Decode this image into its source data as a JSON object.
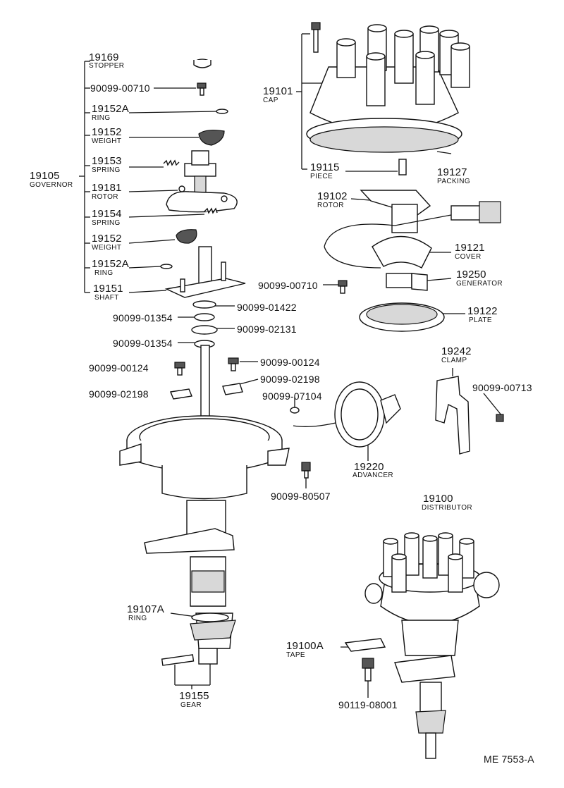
{
  "labels": {
    "governor_no": "19105",
    "governor_name": "GOVERNOR",
    "stopper_no": "19169",
    "stopper_name": "STOPPER",
    "screw_top_no": "90099-00710",
    "ring_a_no": "19152A",
    "ring_a_name": "RING",
    "weight_a_no": "19152",
    "weight_a_name": "WEIGHT",
    "spring_a_no": "19153",
    "spring_a_name": "SPRING",
    "rotor_gov_no": "19181",
    "rotor_gov_name": "ROTOR",
    "spring_b_no": "19154",
    "spring_b_name": "SPRING",
    "weight_b_no": "19152",
    "weight_b_name": "WEIGHT",
    "ring_b_no": "19152A",
    "ring_b_name": "RING",
    "shaft_no": "19151",
    "shaft_name": "SHAFT",
    "washer1_no": "90099-01422",
    "washer2_no": "90099-01354",
    "washer3_no": "90099-02131",
    "washer4_no": "90099-01354",
    "screw_l_no": "90099-00124",
    "screw_r_no": "90099-00124",
    "plate_l_no": "90099-02198",
    "plate_r_no": "90099-02198",
    "cap_no": "19101",
    "cap_name": "CAP",
    "piece_no": "19115",
    "piece_name": "PIECE",
    "packing_no": "19127",
    "packing_name": "PACKING",
    "rotor_no": "19102",
    "rotor_name": "ROTOR",
    "cover_no": "19121",
    "cover_name": "COVER",
    "generator_no": "19250",
    "generator_name": "GENERATOR",
    "screw_gen_no": "90099-00710",
    "plate_no": "19122",
    "plate_name": "PLATE",
    "clamp_no": "19242",
    "clamp_name": "CLAMP",
    "clamp_screw_no": "90099-00713",
    "clip_no": "90099-07104",
    "advancer_no": "19220",
    "advancer_name": "ADVANCER",
    "bolt_adv_no": "90099-80507",
    "ring_gear_no": "19107A",
    "ring_gear_name": "RING",
    "gear_no": "19155",
    "gear_name": "GEAR",
    "distributor_no": "19100",
    "distributor_name": "DISTRIBUTOR",
    "tape_no": "19100A",
    "tape_name": "TAPE",
    "bolt_dist_no": "90119-08001",
    "figure_code": "ME 7553-A"
  }
}
